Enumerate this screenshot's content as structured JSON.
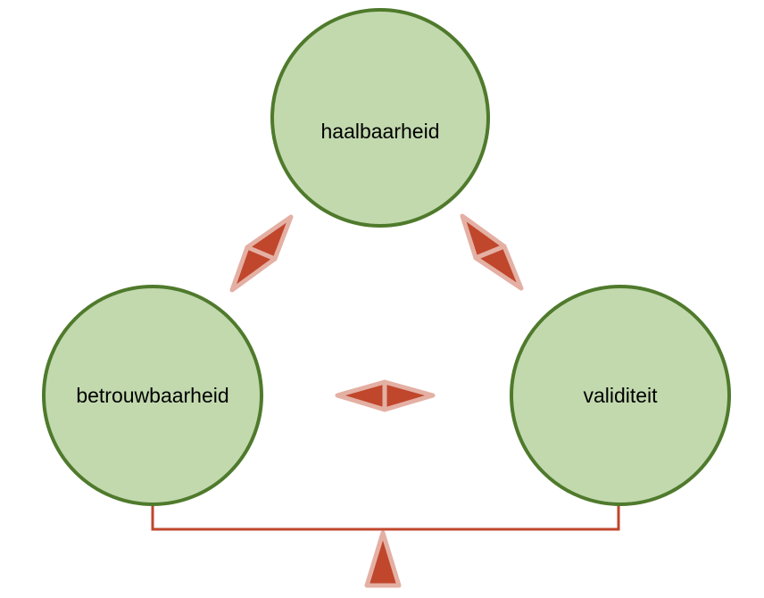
{
  "diagram": {
    "nodes": {
      "top": {
        "label": "haalbaarheid"
      },
      "left": {
        "label": "betrouwbaarheid"
      },
      "right": {
        "label": "validiteit"
      }
    },
    "colors": {
      "node_fill": "#c2d9ae",
      "node_stroke": "#4f7a2c",
      "arrow_fill": "#c0462c",
      "arrow_halo": "#e4b0a4",
      "connector": "#c0462c"
    }
  }
}
